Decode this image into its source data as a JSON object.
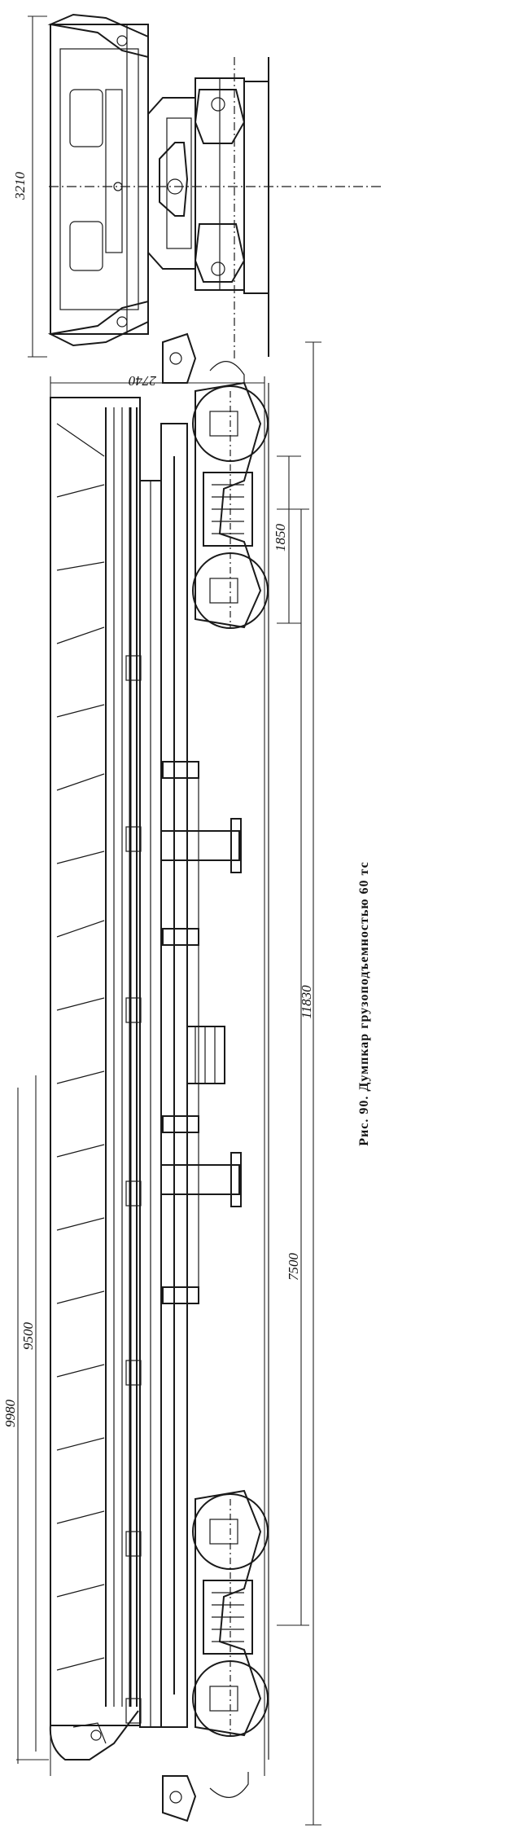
{
  "caption": "Рис. 90. Думпкар грузоподъемностью 60 тс",
  "dimensions": {
    "end_width": "3210",
    "height": "2740",
    "bogie_wheelbase": "1850",
    "overall_length": "11830",
    "bogie_centers": "7500",
    "body_length": "9500",
    "body_length_overall": "9980"
  }
}
